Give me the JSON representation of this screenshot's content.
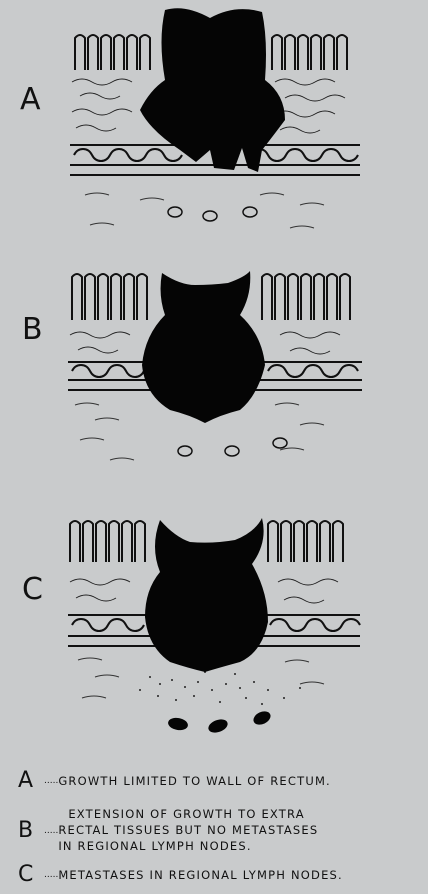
{
  "panels": [
    {
      "letter": "A",
      "stage": "growth-wall"
    },
    {
      "letter": "B",
      "stage": "extension"
    },
    {
      "letter": "C",
      "stage": "metastases"
    }
  ],
  "legend": [
    {
      "letter": "A",
      "dots": ".....",
      "lines": [
        "GROWTH LIMITED TO WALL OF RECTUM."
      ]
    },
    {
      "letter": "B",
      "dots": ".....",
      "lines": [
        "EXTENSION OF GROWTH TO EXTRA",
        "RECTAL TISSUES BUT NO METASTASES",
        "IN REGIONAL LYMPH NODES."
      ]
    },
    {
      "letter": "C",
      "dots": ".....",
      "lines": [
        "METASTASES IN REGIONAL LYMPH NODES."
      ]
    }
  ],
  "colors": {
    "background": "#c9cbcc",
    "ink": "#111111"
  }
}
